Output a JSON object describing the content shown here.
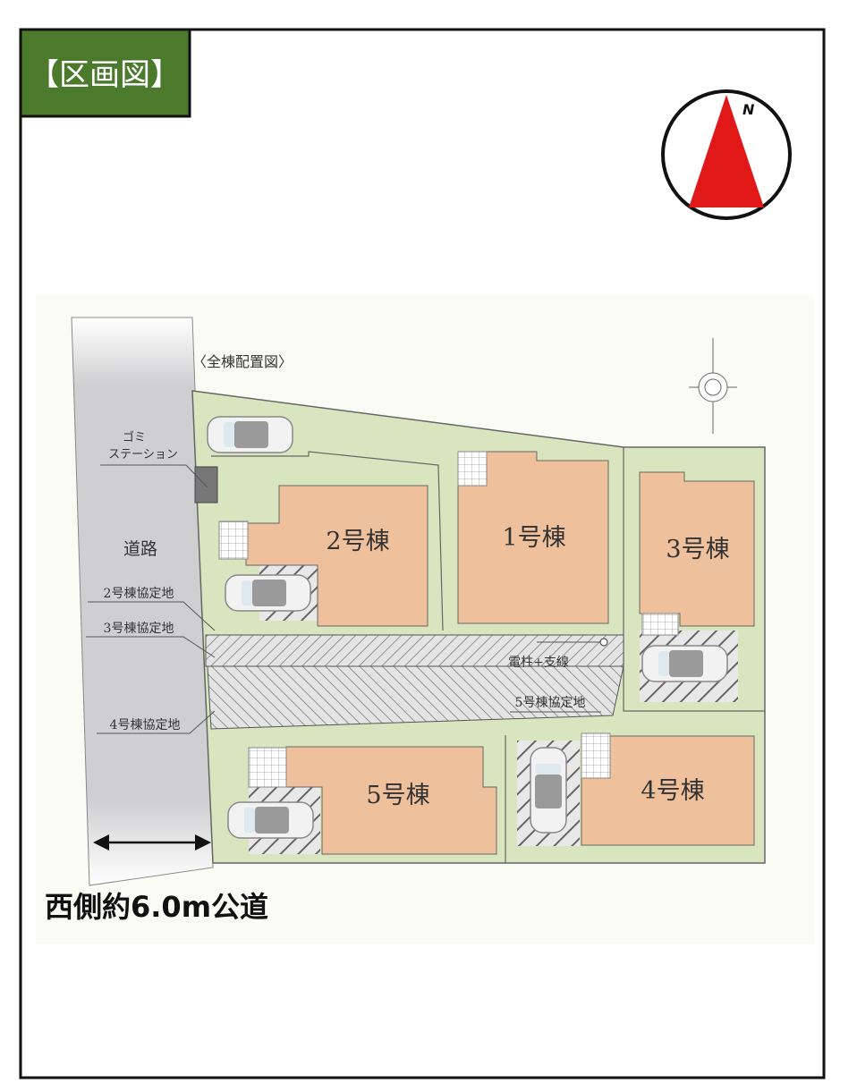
{
  "title": "【区画図】",
  "compass_label": "N",
  "plan": {
    "caption": "〈全棟配置図〉",
    "road_label": "道路",
    "garbage_station": [
      "ゴミ",
      "ステーション"
    ],
    "agreement_labels": {
      "house2": "2号棟協定地",
      "house3": "3号棟協定地",
      "house4": "4号棟協定地",
      "house5": "5号棟協定地"
    },
    "pole_label": "電柱+支線",
    "houses": [
      "1号棟",
      "2号棟",
      "3号棟",
      "4号棟",
      "5号棟"
    ]
  },
  "road_note": "西側約6.0m公道",
  "colors": {
    "title_bg": "#4b7a2d",
    "lot": "#d8e5bf",
    "house": "#efc09c",
    "compass_red": "#e01818"
  }
}
